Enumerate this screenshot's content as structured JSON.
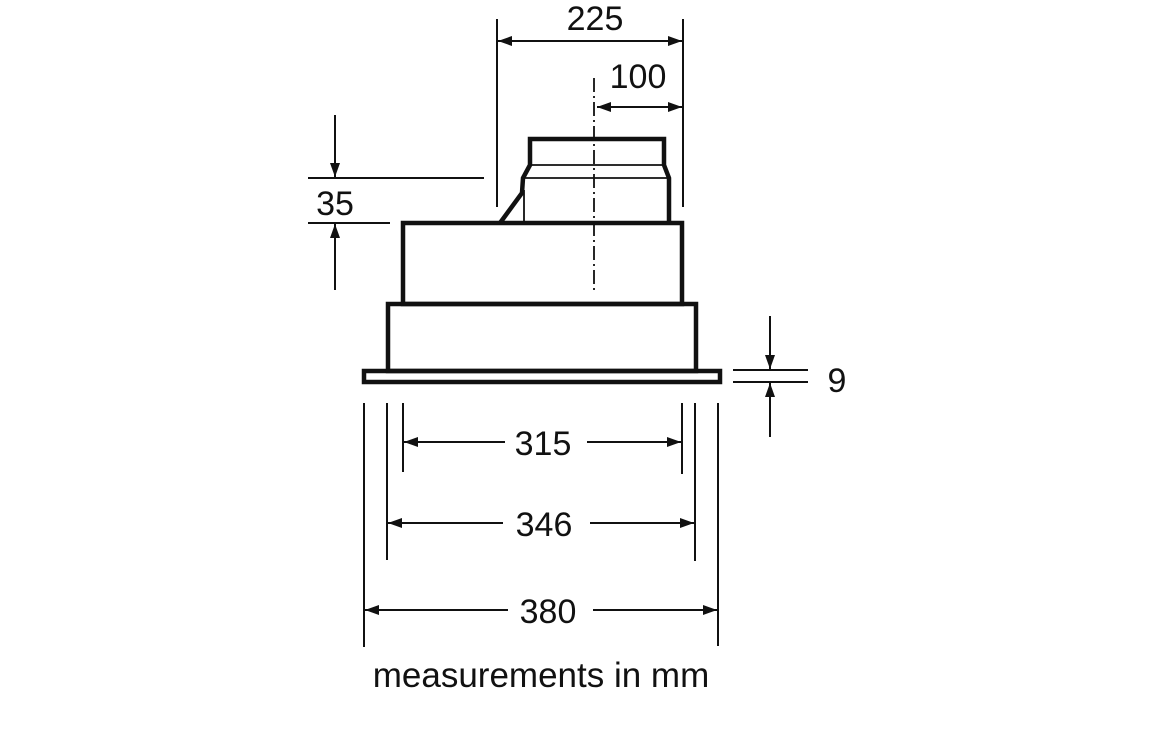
{
  "diagram": {
    "dimensions": {
      "total_depth_to_outlet": "225",
      "outlet_center_offset": "100",
      "step_height": "35",
      "flange_thickness": "9",
      "inner_width": "315",
      "middle_width": "346",
      "flange_width": "380"
    },
    "note": "measurements in mm",
    "colors": {
      "line": "#111111",
      "background": "#ffffff"
    }
  }
}
